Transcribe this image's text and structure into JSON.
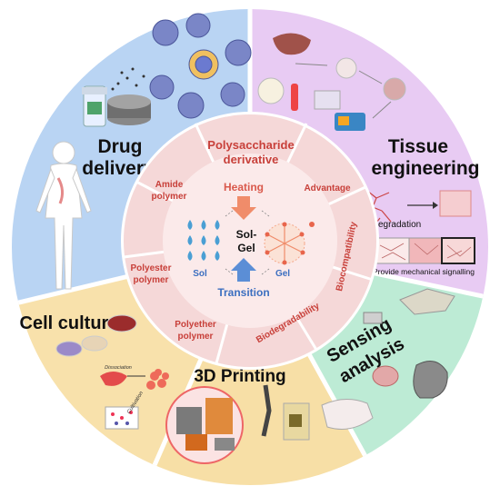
{
  "outer_segments": {
    "drug_delivery": {
      "line1": "Drug",
      "line2": "delivery"
    },
    "tissue_engineering": {
      "line1": "Tissue",
      "line2": "engineering"
    },
    "cell_culture": {
      "line1": "Cell culture"
    },
    "printing_3d": {
      "line1": "3D Printing"
    },
    "sensing_analysis": {
      "line1": "Sensing",
      "line2": "analysis"
    }
  },
  "tissue_panel": {
    "degradation_label": "Degradation",
    "signalling_label": "Provide mechanical signalling"
  },
  "cell_panel": {
    "dissociation_label": "Dissociation",
    "cultivation_label": "Cultivation"
  },
  "middle_ring": {
    "polysaccharide": {
      "line1": "Polysaccharide",
      "line2": "derivative"
    },
    "amide": {
      "line1": "Amide",
      "line2": "polymer"
    },
    "advantage": "Advantage",
    "polyester": {
      "line1": "Polyester",
      "line2": "polymer"
    },
    "biocompatibility": "Biocompatibility",
    "polyether": {
      "line1": "Polyether",
      "line2": "polymer"
    },
    "biodegradability": "Biodegradability"
  },
  "center": {
    "heating": "Heating",
    "solgel_line1": "Sol-",
    "solgel_line2": "Gel",
    "sol": "Sol",
    "gel": "Gel",
    "transition": "Transition"
  },
  "colors": {
    "drug_bg": "#b9d4f3",
    "tissue_bg": "#e8cbf3",
    "cell_bg": "#f8e1ab",
    "printing_bg": "#f7dfa6",
    "sensing_bg": "#bdebd5",
    "ring_pink": "#f5d8d8",
    "inner_pink": "#fbeaea",
    "label_red": "#c8403a",
    "transition_blue": "#3c6fc0"
  }
}
